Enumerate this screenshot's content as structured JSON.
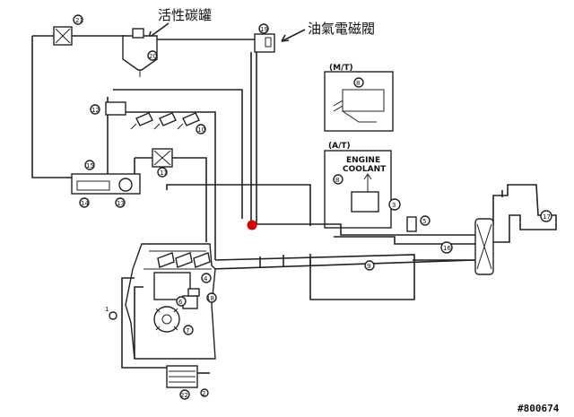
{
  "labels": {
    "canister": "活性碳罐",
    "solenoid": "油氣電磁閥",
    "mt": "(M/T)",
    "at": "(A/T)",
    "engine": "ENGINE",
    "coolant": "COOLANT"
  },
  "watermark": "#800674",
  "callouts": [
    "21",
    "20",
    "19",
    "12",
    "10",
    "11",
    "15",
    "14",
    "13",
    "8",
    "8",
    "3",
    "5",
    "17",
    "16",
    "9",
    "4",
    "6",
    "18",
    "7",
    "1",
    "22",
    "2"
  ],
  "highlight": {
    "color": "#d40000"
  }
}
